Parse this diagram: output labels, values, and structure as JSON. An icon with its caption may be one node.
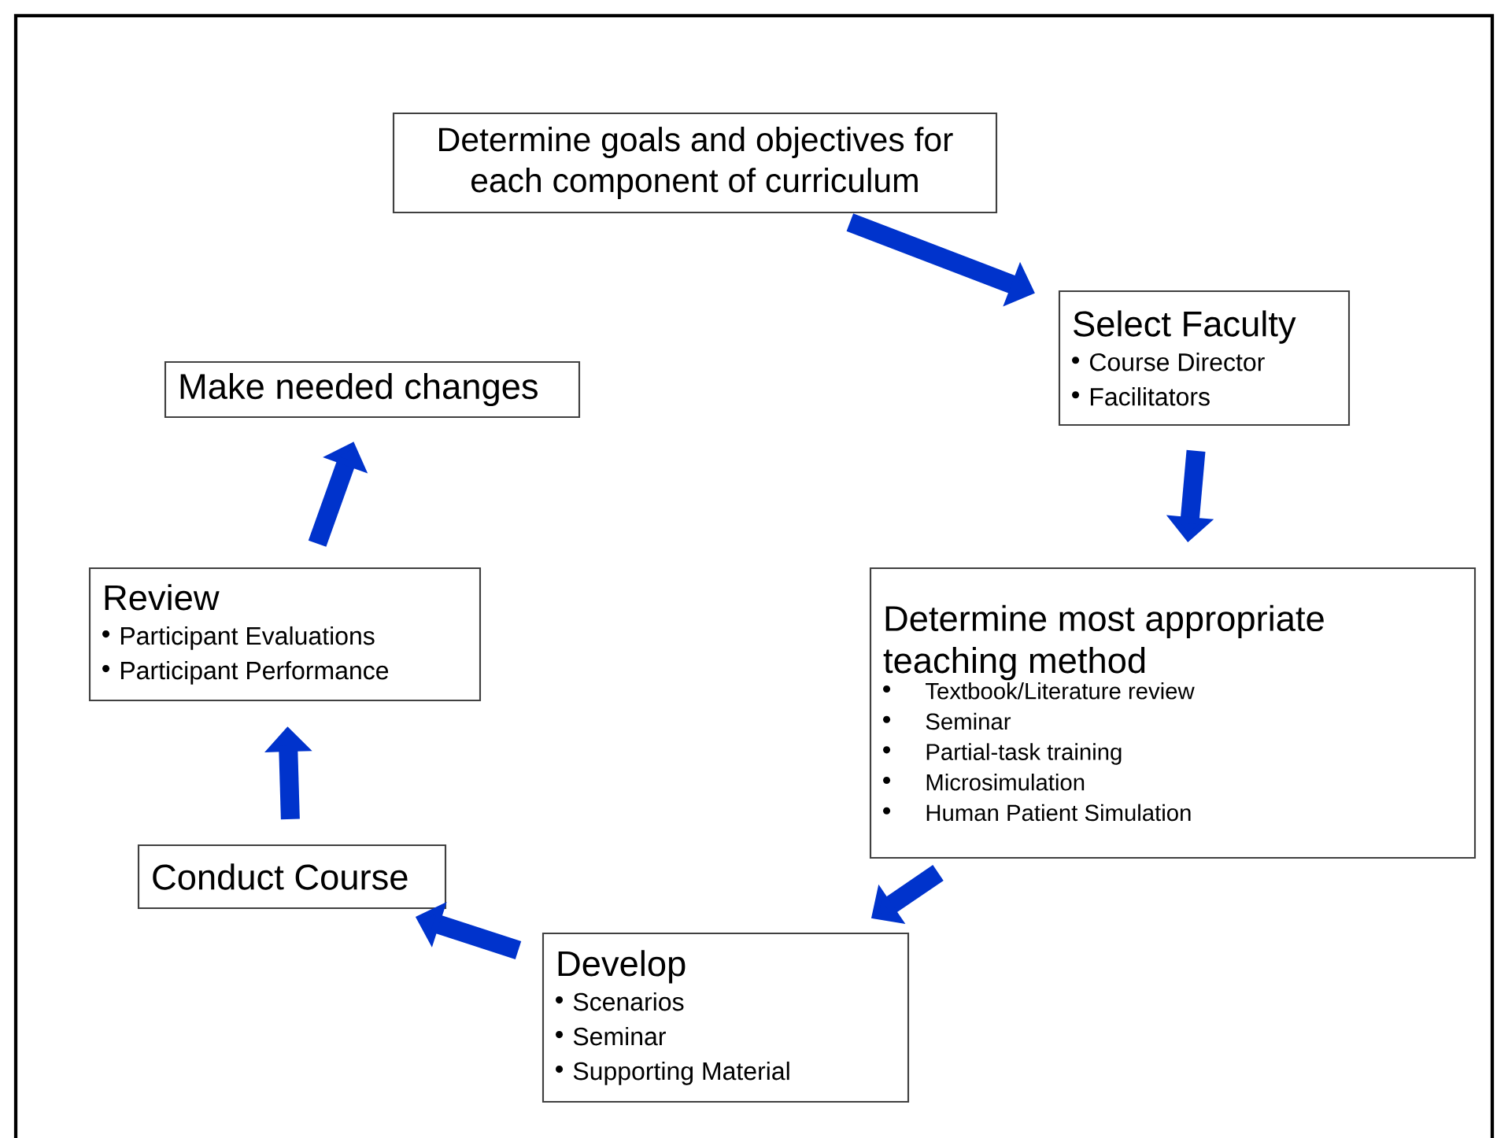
{
  "diagram": {
    "nodes": [
      {
        "text": [
          "Determine goals and objectives for each component of curriculum"
        ]
      },
      {
        "text": [
          "Select Faculty",
          "Course Director",
          "Facilitators"
        ]
      },
      {
        "text": [
          "Determine most appropriate teaching method",
          "Textbook/Literature review",
          "Seminar",
          "Partial-task training",
          "Microsimulation",
          "Human Patient Simulation"
        ]
      },
      {
        "text": [
          "Develop",
          "Scenarios",
          "Seminar",
          "Supporting Material"
        ]
      },
      {
        "text": [
          "Conduct Course"
        ]
      },
      {
        "text": [
          "Review",
          "Participant Evaluations",
          "Participant Performance"
        ]
      },
      {
        "text": [
          "Make needed changes"
        ]
      }
    ],
    "edges": [
      {
        "from": 0,
        "to": 1,
        "arrow": "to"
      },
      {
        "from": 1,
        "to": 2,
        "arrow": "to"
      },
      {
        "from": 2,
        "to": 3,
        "arrow": "to"
      },
      {
        "from": 3,
        "to": 4,
        "arrow": "to"
      },
      {
        "from": 4,
        "to": 5,
        "arrow": "to"
      },
      {
        "from": 5,
        "to": 6,
        "arrow": "to"
      }
    ]
  }
}
